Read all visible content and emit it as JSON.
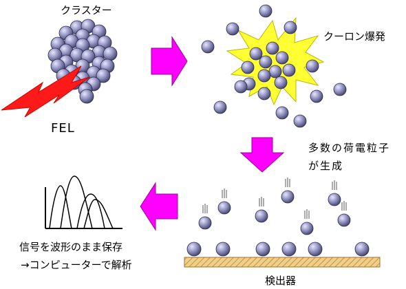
{
  "labels": {
    "cluster": "クラスター",
    "coulomb_explosion": "クーロン爆発",
    "fel": "FEL",
    "charged_particles_line1": "多数の荷電粒子",
    "charged_particles_line2": "が生成",
    "signal_line1": "信号を波形のまま保存",
    "signal_line2": "→コンピューターで解析",
    "detector": "検出器"
  },
  "colors": {
    "arrow": "#ff00ff",
    "laser": "#ff0000",
    "explosion": "#ffff33",
    "particle_dark": "#4b4b78",
    "particle_light": "#c8c8ee",
    "detector_fill": "#e8c27a",
    "detector_stroke": "#a0702a"
  }
}
